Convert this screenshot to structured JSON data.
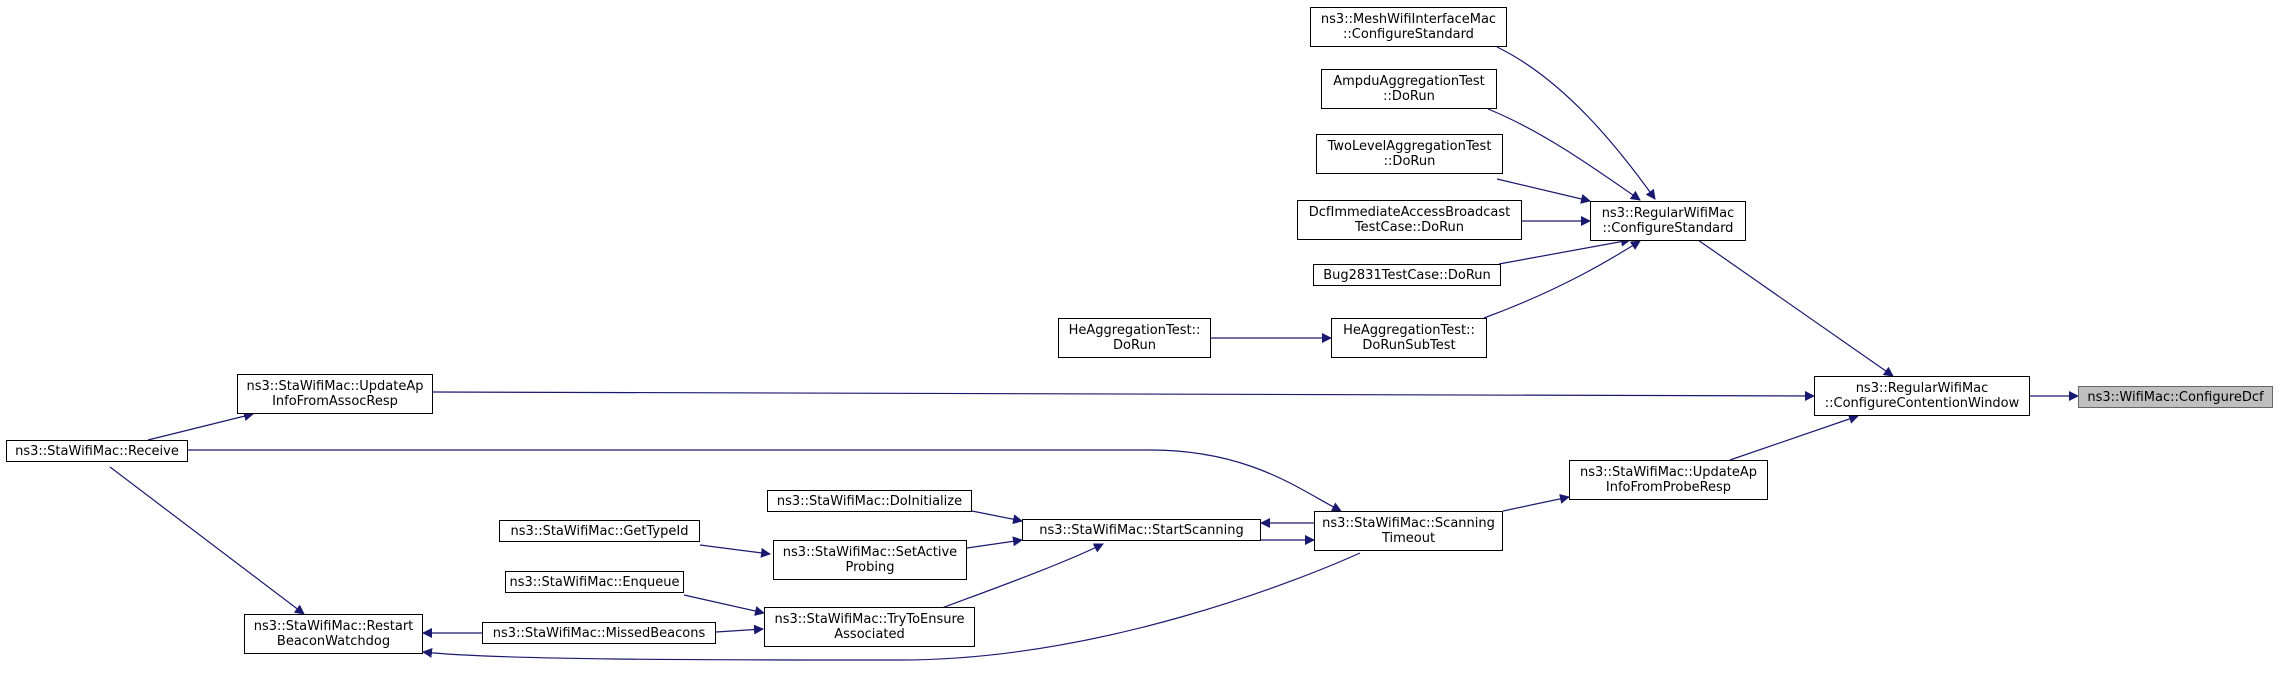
{
  "colors": {
    "edge": "#191970",
    "root_fill": "#bfbfbf",
    "node_border": "#000000"
  },
  "nodes": {
    "root": {
      "lines": [
        "ns3::WifiMac::ConfigureDcf"
      ]
    },
    "ccw": {
      "lines": [
        "ns3::RegularWifiMac",
        "::ConfigureContentionWindow"
      ]
    },
    "rcs": {
      "lines": [
        "ns3::RegularWifiMac",
        "::ConfigureStandard"
      ]
    },
    "mesh": {
      "lines": [
        "ns3::MeshWifiInterfaceMac",
        "::ConfigureStandard"
      ]
    },
    "ampdu": {
      "lines": [
        "AmpduAggregationTest",
        "::DoRun"
      ]
    },
    "twolevel": {
      "lines": [
        "TwoLevelAggregationTest",
        "::DoRun"
      ]
    },
    "dcf": {
      "lines": [
        "DcfImmediateAccessBroadcast",
        "TestCase::DoRun"
      ]
    },
    "bug": {
      "lines": [
        "Bug2831TestCase::DoRun"
      ]
    },
    "hesub": {
      "lines": [
        "HeAggregationTest::",
        "DoRunSubTest"
      ]
    },
    "herun": {
      "lines": [
        "HeAggregationTest::",
        "DoRun"
      ]
    },
    "assoc": {
      "lines": [
        "ns3::StaWifiMac::UpdateAp",
        "InfoFromAssocResp"
      ]
    },
    "probe": {
      "lines": [
        "ns3::StaWifiMac::UpdateAp",
        "InfoFromProbeResp"
      ]
    },
    "receive": {
      "lines": [
        "ns3::StaWifiMac::Receive"
      ]
    },
    "scantimeout": {
      "lines": [
        "ns3::StaWifiMac::Scanning",
        "Timeout"
      ]
    },
    "startscan": {
      "lines": [
        "ns3::StaWifiMac::StartScanning"
      ]
    },
    "doinit": {
      "lines": [
        "ns3::StaWifiMac::DoInitialize"
      ]
    },
    "setactive": {
      "lines": [
        "ns3::StaWifiMac::SetActive",
        "Probing"
      ]
    },
    "gettype": {
      "lines": [
        "ns3::StaWifiMac::GetTypeId"
      ]
    },
    "enqueue": {
      "lines": [
        "ns3::StaWifiMac::Enqueue"
      ]
    },
    "tryensure": {
      "lines": [
        "ns3::StaWifiMac::TryToEnsure",
        "Associated"
      ]
    },
    "missed": {
      "lines": [
        "ns3::StaWifiMac::MissedBeacons"
      ]
    },
    "restart": {
      "lines": [
        "ns3::StaWifiMac::Restart",
        "BeaconWatchdog"
      ]
    }
  }
}
